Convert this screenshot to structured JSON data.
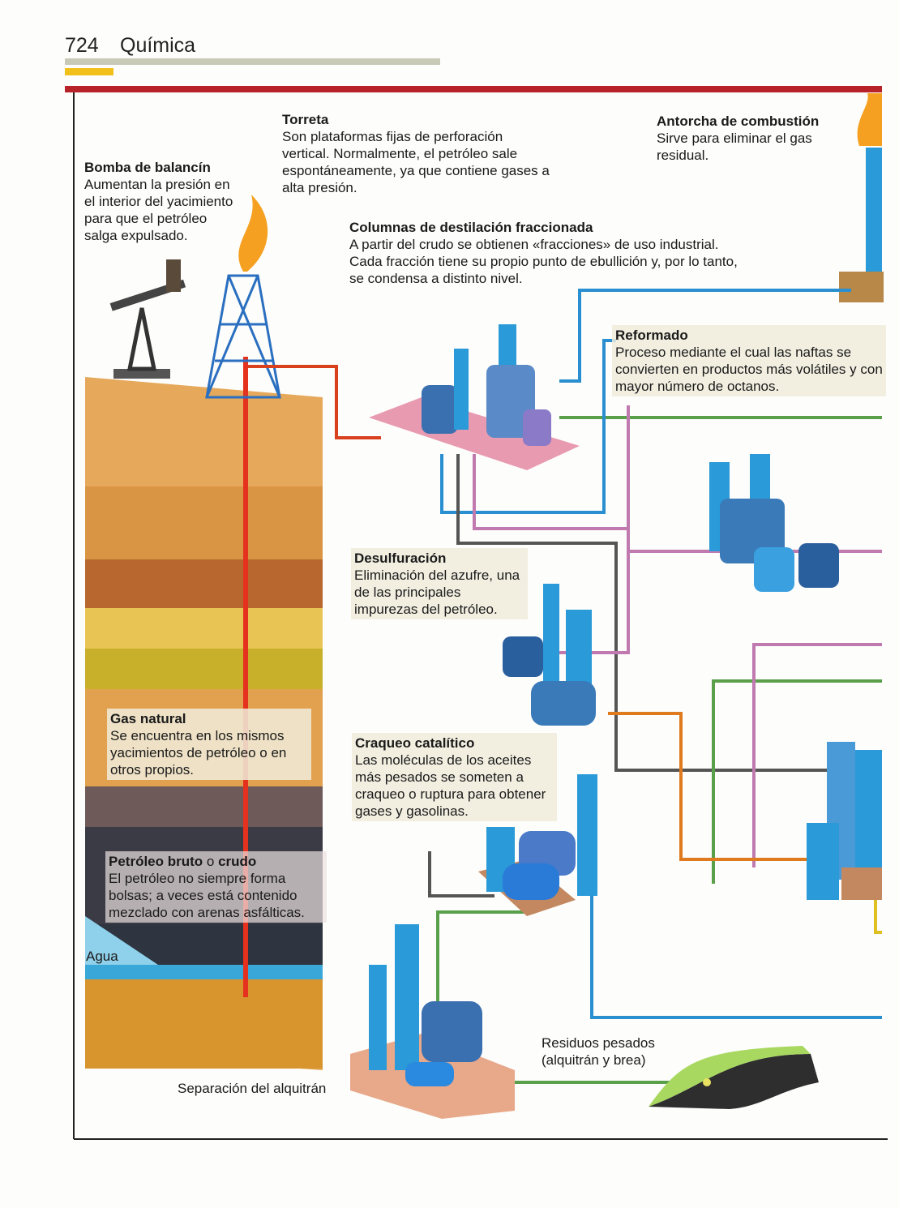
{
  "header": {
    "page_number": "724",
    "section_title": "Química"
  },
  "colors": {
    "accent_red": "#b8232a",
    "accent_yellow": "#f2c01a",
    "pipe_blue": "#2a8fd0",
    "equipment_blue": "#3aa0e0"
  },
  "labels": {
    "bomba": {
      "title": "Bomba de balancín",
      "text": "Aumentan la presión en el interior del yacimiento para que el petróleo salga expulsado."
    },
    "torreta": {
      "title": "Torreta",
      "text": "Son plataformas fijas de perforación vertical. Normalmente, el petróleo sale espontáneamente, ya que contiene gases a alta presión."
    },
    "antorcha": {
      "title": "Antorcha de combustión",
      "text": "Sirve para eliminar el gas residual."
    },
    "columnas": {
      "title": "Columnas de destilación fraccionada",
      "text": "A partir del crudo se obtienen «fracciones» de uso industrial. Cada fracción tiene su propio punto de ebullición y, por lo tanto, se condensa a distinto nivel."
    },
    "reformado": {
      "title": "Reformado",
      "text": "Proceso mediante el cual las naftas se convierten en productos más volátiles y con mayor número de octanos."
    },
    "desulfuracion": {
      "title": "Desulfuración",
      "text": "Eliminación del azufre, una de las principales impurezas del petróleo."
    },
    "gas_natural": {
      "title": "Gas natural",
      "text": "Se encuentra en los mismos yacimientos de petróleo o en otros propios."
    },
    "craqueo": {
      "title": "Craqueo catalítico",
      "text": "Las moléculas de los aceites más pesados se someten a craqueo o ruptura para obtener gases y gasolinas."
    },
    "petroleo": {
      "title_bold1": "Petróleo bruto",
      "title_mid": " o ",
      "title_bold2": "crudo",
      "text": "El petróleo no siempre forma bolsas; a veces está contenido mezclado con arenas asfálticas."
    },
    "agua": "Agua",
    "residuos": "Residuos pesados (alquitrán y brea)",
    "separacion": "Separación del alquitrán"
  }
}
